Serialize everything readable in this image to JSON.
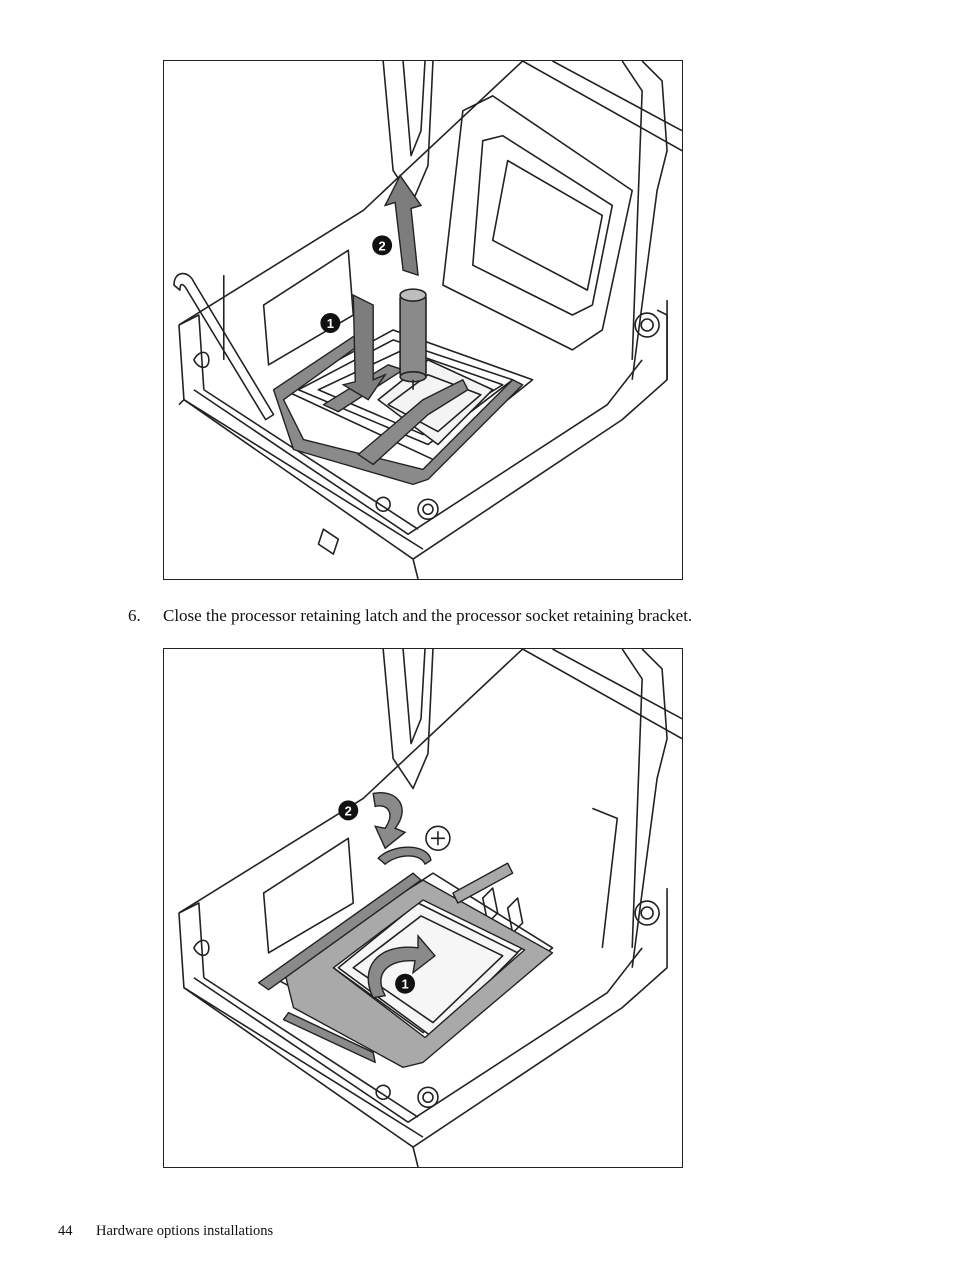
{
  "figure1": {
    "callouts": [
      "1",
      "2"
    ]
  },
  "step": {
    "number": "6.",
    "text": "Close the processor retaining latch and the processor socket retaining bracket."
  },
  "figure2": {
    "callouts": [
      "1",
      "2"
    ]
  },
  "footer": {
    "page_number": "44",
    "section": "Hardware options installations"
  },
  "colors": {
    "line": "#222222",
    "gray": "#8a8a8a",
    "light_gray": "#cfcfcf"
  }
}
